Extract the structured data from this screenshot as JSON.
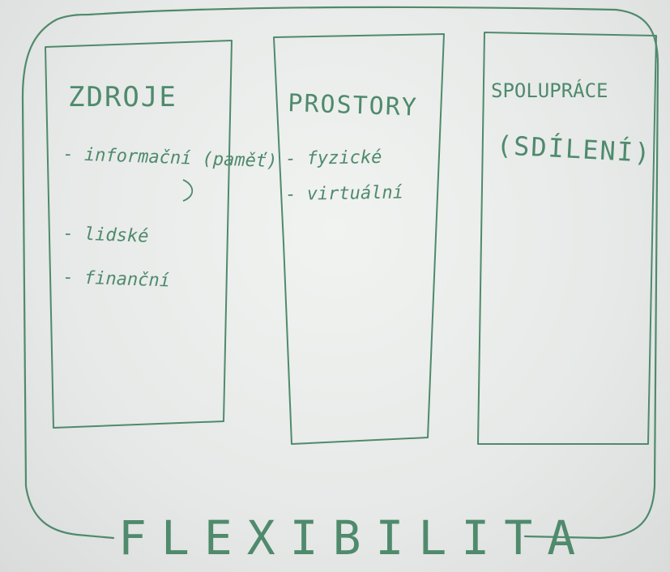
{
  "colors": {
    "ink": "#4f8a6d",
    "board": "#e9ecea"
  },
  "columns": [
    {
      "title": "ZDROJE",
      "items": [
        "- informační (paměť)",
        "- lidské",
        "- finanční"
      ]
    },
    {
      "title": "PROSTORY",
      "items": [
        "- fyzické",
        "- virtuální"
      ]
    },
    {
      "title": "SPOLUPRÁCE",
      "subtitle": "(SDÍLENÍ)",
      "items": []
    }
  ],
  "footer": "FLEXIBILITA"
}
